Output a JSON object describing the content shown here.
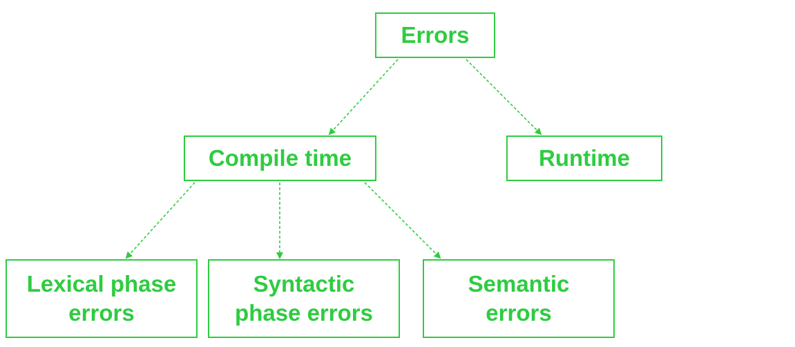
{
  "diagram": {
    "accent_color": "#2ecc40",
    "nodes": {
      "errors": "Errors",
      "compile_time": "Compile time",
      "runtime": "Runtime",
      "lexical": "Lexical phase\nerrors",
      "syntactic": "Syntactic\nphase errors",
      "semantic": "Semantic\nerrors"
    },
    "edges": [
      {
        "from": "errors",
        "to": "compile_time"
      },
      {
        "from": "errors",
        "to": "runtime"
      },
      {
        "from": "compile_time",
        "to": "lexical"
      },
      {
        "from": "compile_time",
        "to": "syntactic"
      },
      {
        "from": "compile_time",
        "to": "semantic"
      }
    ]
  }
}
